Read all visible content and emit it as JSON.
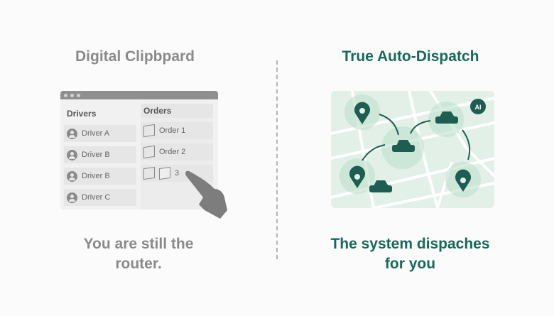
{
  "left": {
    "title": "Digital Clipbpard",
    "caption_line1": "You are still the",
    "caption_line2": "router.",
    "drivers_header": "Drivers",
    "orders_header": "Orders",
    "drivers": [
      "Driver A",
      "Driver B",
      "Driver B",
      "Driver C"
    ],
    "orders": [
      "Order 1",
      "Order 2",
      "3"
    ]
  },
  "right": {
    "title": "True Auto-Dispatch",
    "caption_line1": "The system dispaches",
    "caption_line2": "for you",
    "ai_badge": "AI"
  },
  "colors": {
    "green": "#17695a",
    "gray": "#8a8a8a",
    "map_bg": "#e2f0e7"
  }
}
